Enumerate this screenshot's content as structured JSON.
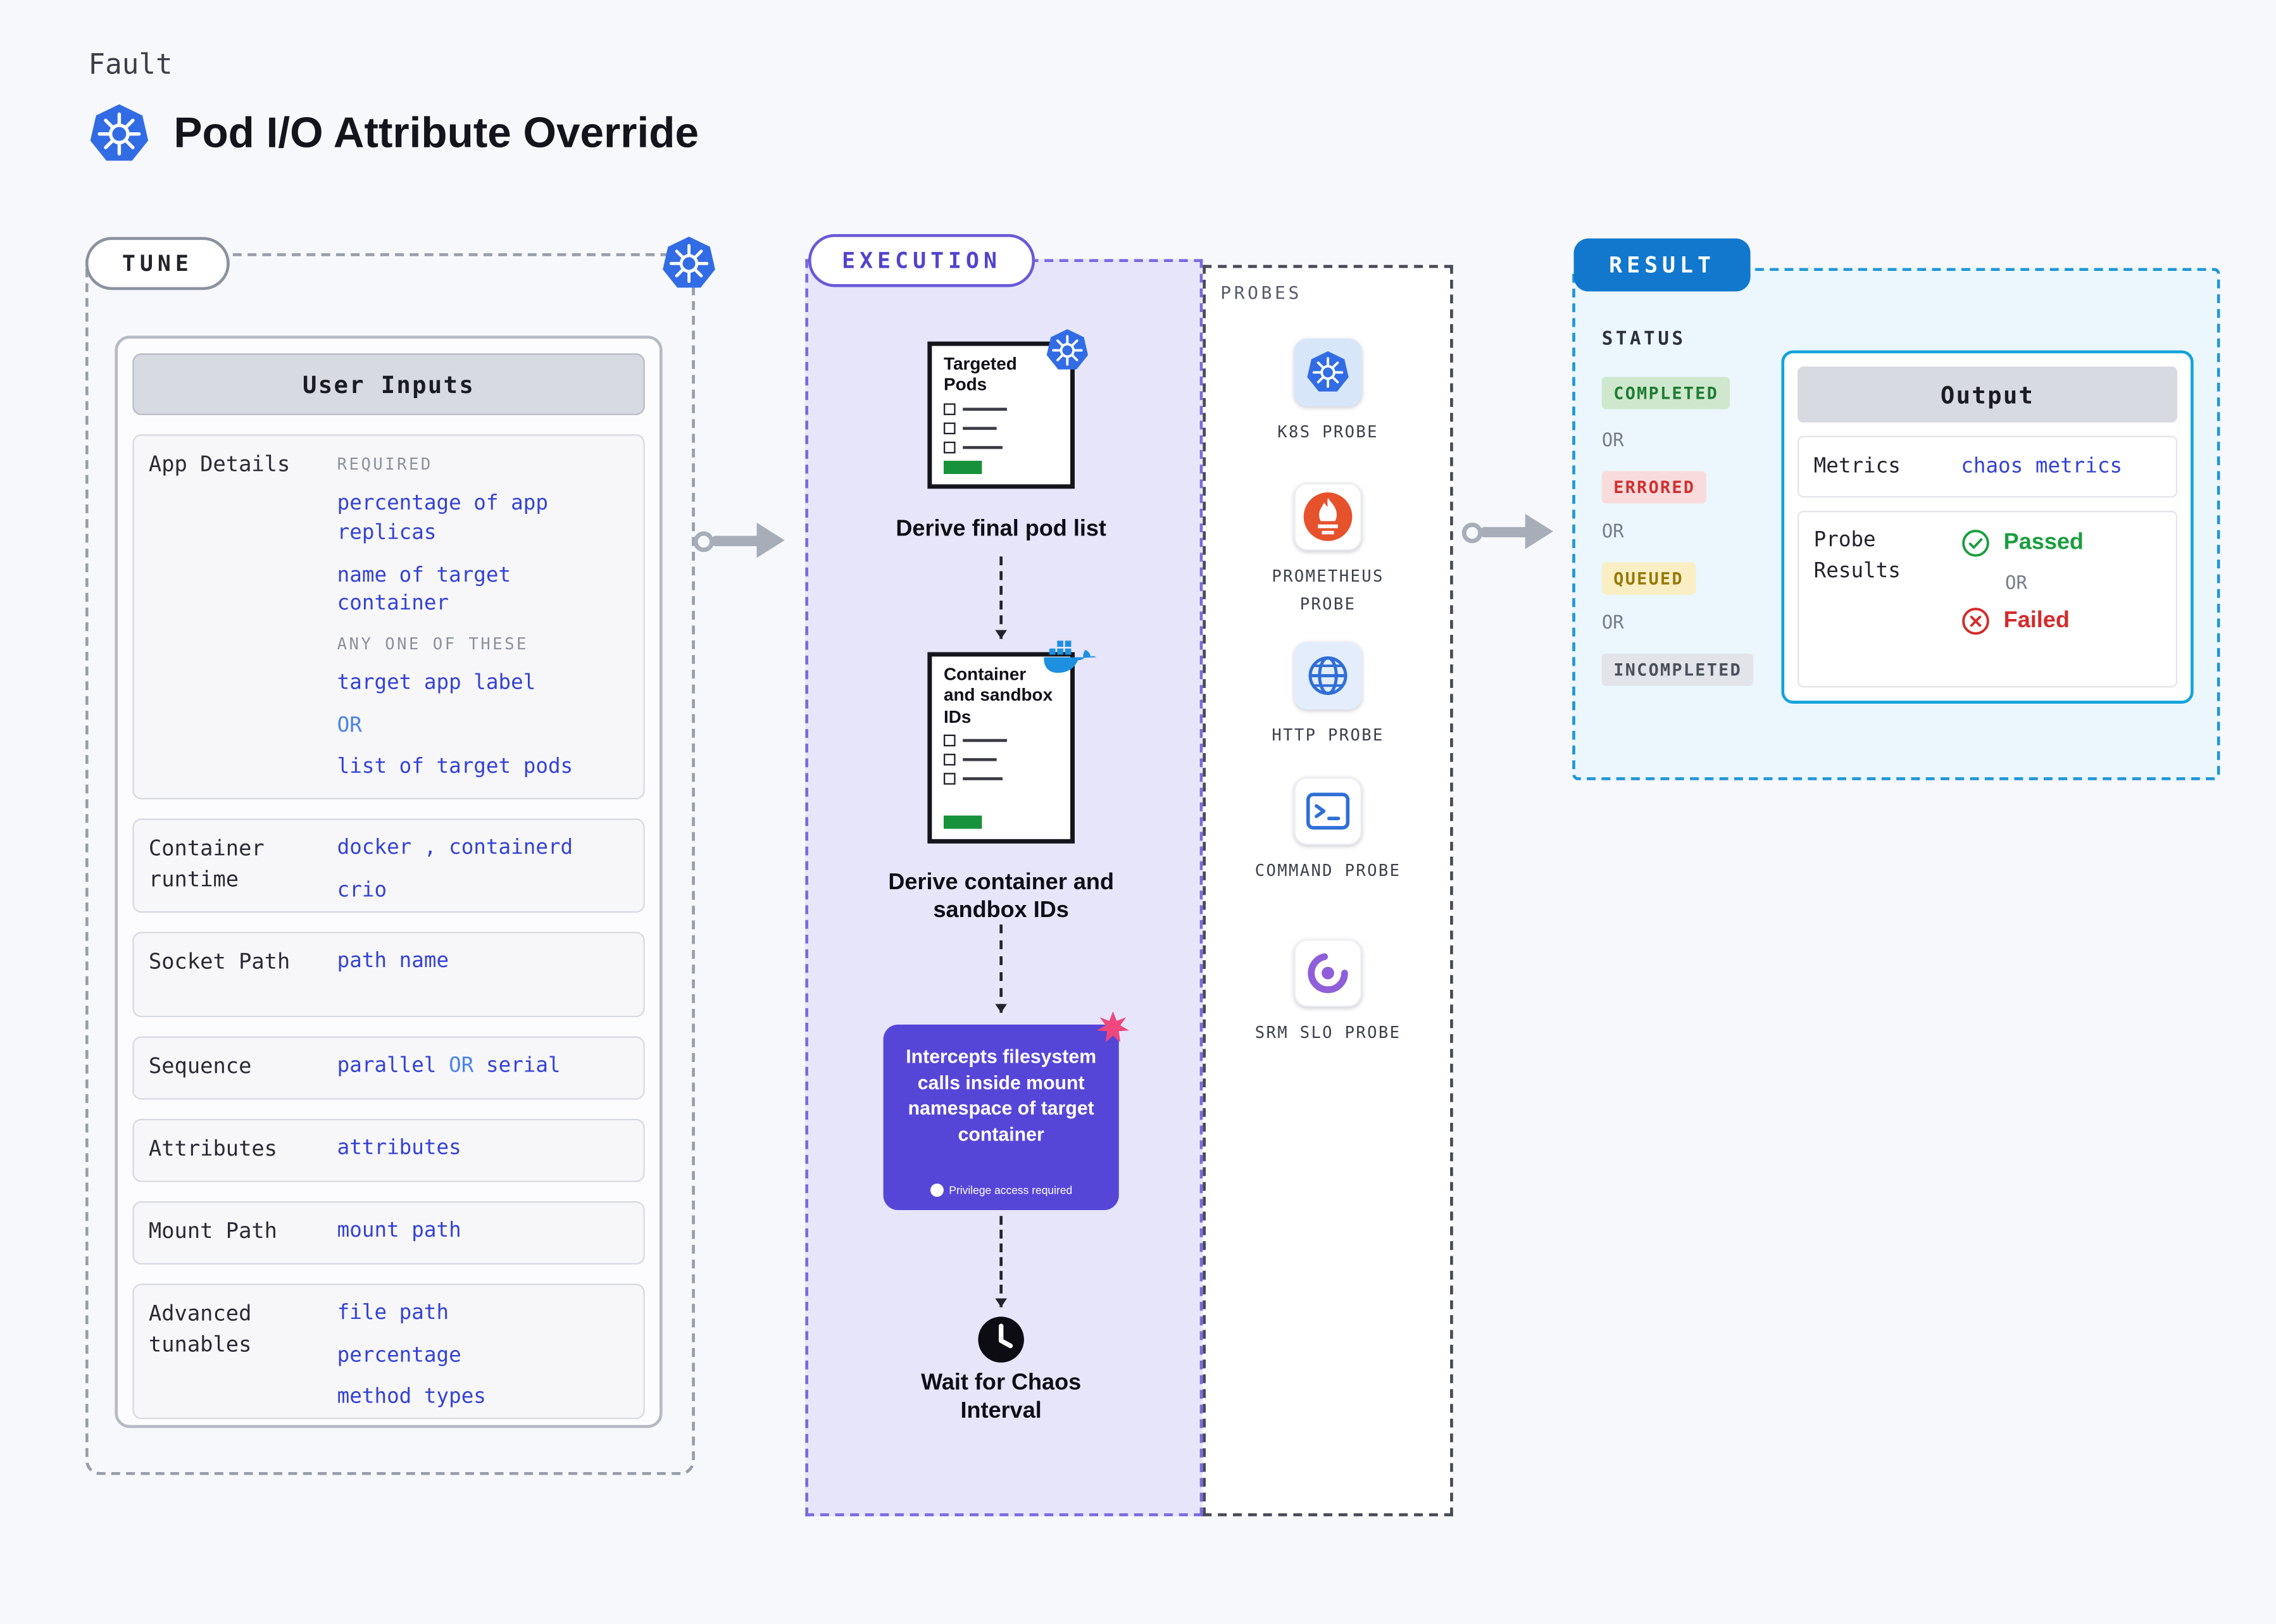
{
  "header": {
    "eyebrow": "Fault",
    "title": "Pod I/O Attribute Override"
  },
  "tune": {
    "label": "TUNE",
    "card_title": "User Inputs",
    "rows": {
      "app_details": {
        "label": "App Details",
        "required_caption": "REQUIRED",
        "required_values": [
          "percentage of app replicas",
          "name of target container"
        ],
        "any_one_caption": "ANY ONE OF THESE",
        "any_values": [
          "target app label",
          "OR",
          "list of target pods"
        ]
      },
      "container_runtime": {
        "label": "Container runtime",
        "values": [
          "docker , containerd",
          "crio"
        ]
      },
      "socket_path": {
        "label": "Socket Path",
        "value": "path name"
      },
      "sequence": {
        "label": "Sequence",
        "parts": [
          "parallel",
          "OR",
          "serial"
        ]
      },
      "attributes": {
        "label": "Attributes",
        "value": "attributes"
      },
      "mount_path": {
        "label": "Mount Path",
        "value": "mount path"
      },
      "advanced_tunables": {
        "label": "Advanced tunables",
        "values": [
          "file path",
          "percentage",
          "method types"
        ]
      }
    }
  },
  "execution": {
    "label": "EXECUTION",
    "step1": {
      "doc_title": "Targeted Pods",
      "caption": "Derive final pod list"
    },
    "step2": {
      "doc_title": "Container and sandbox IDs",
      "caption": "Derive container and sandbox IDs"
    },
    "step3": {
      "text": "Intercepts filesystem calls inside mount namespace of target container",
      "badge": "Privilege access required"
    },
    "step4": {
      "caption": "Wait for Chaos Interval"
    }
  },
  "probes": {
    "label": "PROBES",
    "items": [
      {
        "icon": "kubernetes-icon",
        "label": "K8S PROBE"
      },
      {
        "icon": "prometheus-icon",
        "label": "PROMETHEUS PROBE"
      },
      {
        "icon": "globe-icon",
        "label": "HTTP PROBE"
      },
      {
        "icon": "terminal-icon",
        "label": "COMMAND PROBE"
      },
      {
        "icon": "gauge-icon",
        "label": "SRM SLO PROBE"
      }
    ]
  },
  "result": {
    "label": "RESULT",
    "status": {
      "title": "STATUS",
      "separator": "OR",
      "badges": [
        {
          "label": "COMPLETED",
          "bg": "#cfe8cd",
          "fg": "#1d7c33"
        },
        {
          "label": "ERRORED",
          "bg": "#f8dcdc",
          "fg": "#d03030"
        },
        {
          "label": "QUEUED",
          "bg": "#faeec4",
          "fg": "#97790a"
        },
        {
          "label": "INCOMPLETED",
          "bg": "#e2e4e9",
          "fg": "#4b4f5a"
        }
      ]
    },
    "output": {
      "title": "Output",
      "metrics_label": "Metrics",
      "metrics_value": "chaos metrics",
      "probe_results_label": "Probe Results",
      "passed": "Passed",
      "or": "OR",
      "failed": "Failed"
    }
  },
  "colors": {
    "accent_blue_text": "#3442d4",
    "kubernetes_blue": "#326ce5",
    "execution_purple": "#5646d8",
    "result_pill_blue": "#1178cd",
    "passed_green": "#1a9e3e",
    "failed_red": "#d32b2b",
    "progress_green": "#17923b",
    "prometheus_orange": "#e6522c"
  }
}
